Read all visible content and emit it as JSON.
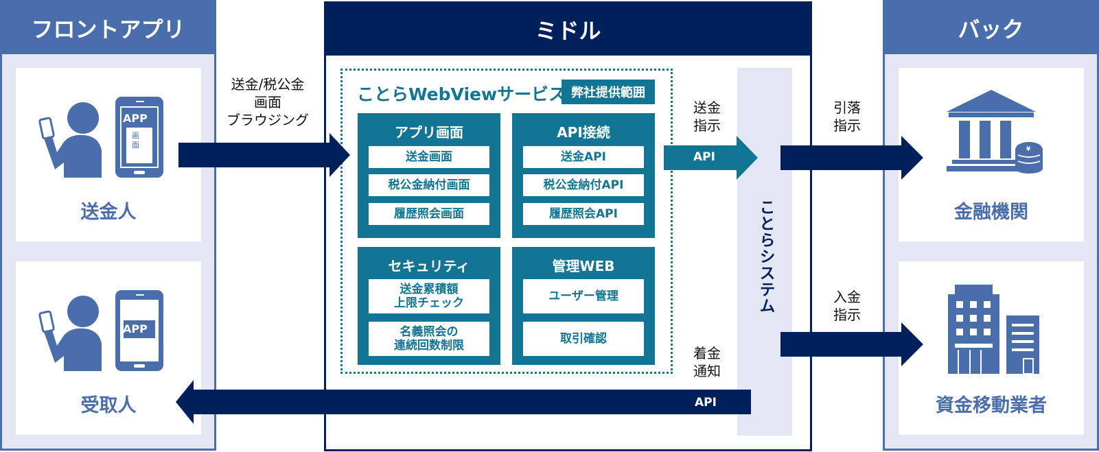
{
  "columns": {
    "front": {
      "title": "フロントアプリ",
      "cards": [
        {
          "label": "送金人",
          "icon": "person-with-phone-icon",
          "phone_text": "APP",
          "phone_sub": "画面"
        },
        {
          "label": "受取人",
          "icon": "person-with-phone-icon",
          "phone_text": "APP"
        }
      ]
    },
    "middle": {
      "title": "ミドル"
    },
    "back": {
      "title": "バック",
      "cards": [
        {
          "label": "金融機関",
          "icon": "bank-icon"
        },
        {
          "label": "資金移動業者",
          "icon": "office-building-icon"
        }
      ]
    }
  },
  "service": {
    "title": "ことらWebViewサービス",
    "badge": "弊社提供範囲",
    "blocks": [
      {
        "title": "アプリ画面",
        "items": [
          "送金画面",
          "税公金納付画面",
          "履歴照会画面"
        ]
      },
      {
        "title": "API接続",
        "items": [
          "送金API",
          "税公金納付API",
          "履歴照会API"
        ]
      },
      {
        "title": "セキュリティ",
        "items": [
          "送金累積額\n上限チェック",
          "名義照会の\n連続回数制限"
        ]
      },
      {
        "title": "管理WEB",
        "items": [
          "ユーザー管理",
          "取引確認"
        ]
      }
    ]
  },
  "kotora_system": "ことらシステム",
  "flows": {
    "browse": "送金/税公金\n画面\nブラウジング",
    "send_instruction": "送金\n指示",
    "send_api": "API",
    "debit_instruction": "引落\n指示",
    "deposit_instruction": "入金\n指示",
    "arrival_notice": "着金\n通知",
    "arrival_api": "API"
  },
  "colors": {
    "front_back": "#4a6dab",
    "middle": "#00205c",
    "service": "#137594",
    "panel_bg": "#e4e7f3"
  }
}
